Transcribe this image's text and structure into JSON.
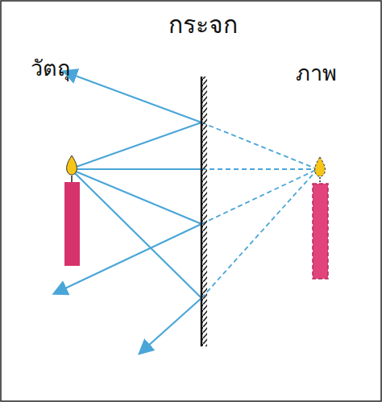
{
  "diagram": {
    "labels": [
      "กระจก",
      "วัตถุ",
      "ภาพ"
    ]
  }
}
